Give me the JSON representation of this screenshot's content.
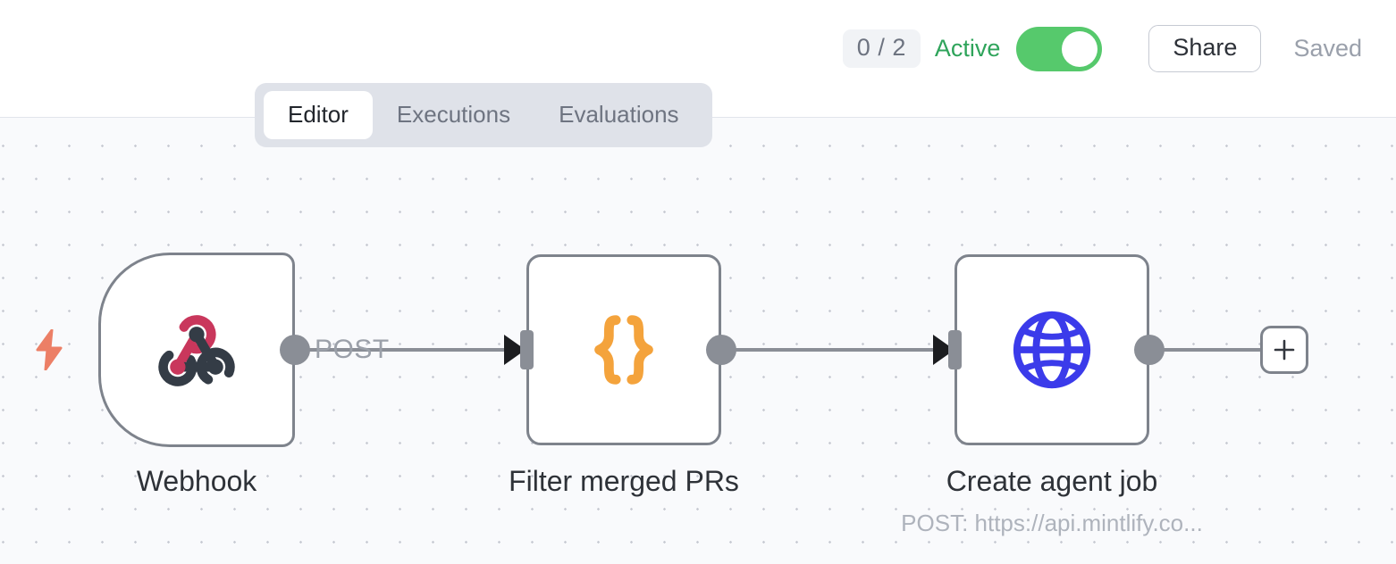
{
  "header": {
    "execution_badge": "0 / 2",
    "active_label": "Active",
    "toggle_on": true,
    "share_label": "Share",
    "saved_label": "Saved",
    "colors": {
      "active_green": "#2fa45b",
      "toggle_green": "#56c96c",
      "saved_grey": "#9aa0ab"
    }
  },
  "tabs": {
    "items": [
      {
        "label": "Editor",
        "active": true
      },
      {
        "label": "Executions",
        "active": false
      },
      {
        "label": "Evaluations",
        "active": false
      }
    ]
  },
  "canvas": {
    "background": "#f9fafc",
    "dot_color": "#c9ccd4",
    "nodes": [
      {
        "id": "webhook",
        "kind": "trigger",
        "icon": "webhook-icon",
        "label": "Webhook",
        "sublabel": "",
        "icon_colors": {
          "pink": "#c9375c",
          "dark": "#343c46"
        }
      },
      {
        "id": "filter-merged-prs",
        "kind": "code",
        "icon": "curly-braces-icon",
        "label": "Filter merged PRs",
        "sublabel": "",
        "icon_colors": {
          "orange": "#f4a33c"
        }
      },
      {
        "id": "create-agent-job",
        "kind": "http-request",
        "icon": "globe-icon",
        "label": "Create agent job",
        "sublabel": "POST: https://api.mintlify.co...",
        "icon_colors": {
          "blue": "#3b3bea"
        }
      }
    ],
    "connections": [
      {
        "from": "webhook",
        "to": "filter-merged-prs",
        "label": "POST"
      },
      {
        "from": "filter-merged-prs",
        "to": "create-agent-job",
        "label": ""
      }
    ],
    "add_node_button": "+",
    "trigger_bolt_color": "#ec7f66"
  }
}
